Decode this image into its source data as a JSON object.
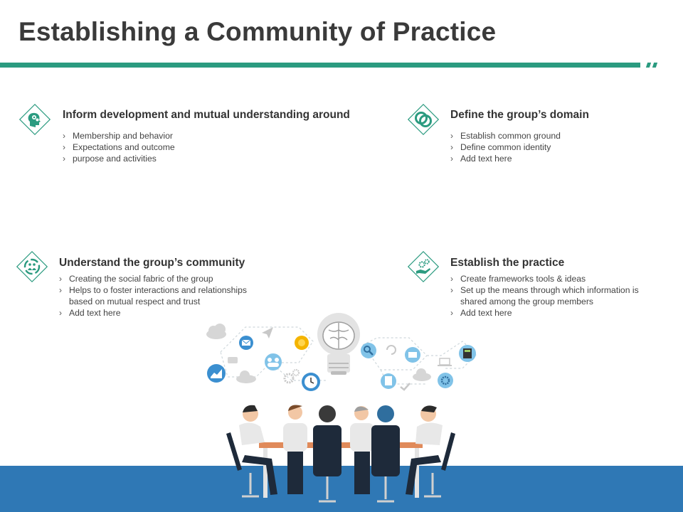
{
  "slide": {
    "title": "Establishing a Community of Practice",
    "accent_color": "#2b9b80",
    "band_color": "#2f78b5"
  },
  "sections": [
    {
      "heading": "Inform development and mutual understanding around",
      "icon": "brain-gears-icon",
      "bullets": [
        "Membership and behavior",
        "Expectations and outcome",
        "purpose and activities"
      ]
    },
    {
      "heading": "Define the group’s domain",
      "icon": "overlapping-circles-icon",
      "bullets": [
        "Establish common ground",
        "Define common identity",
        "Add text here"
      ]
    },
    {
      "heading": "Understand the group’s community",
      "icon": "community-cycle-icon",
      "bullets": [
        "Creating the social fabric of the group",
        "Helps to o foster interactions and relationships",
        "based on mutual respect and trust",
        "Add text here"
      ]
    },
    {
      "heading": "Establish the practice",
      "icon": "hand-gears-icon",
      "bullets": [
        "Create frameworks tools & ideas",
        "Set up the means through which information is",
        "shared among the group members",
        "Add text here"
      ]
    }
  ],
  "bullet_glyph": "›",
  "illustration": {
    "icon_names": [
      "lightbulb-brain-icon",
      "cloud-icon",
      "mail-icon",
      "paper-plane-icon",
      "coin-icon",
      "chat-icon",
      "chart-icon",
      "people-icon",
      "gear-icon",
      "clock-icon",
      "search-icon",
      "refresh-icon",
      "message-icon",
      "laptop-icon",
      "calculator-icon",
      "document-icon",
      "check-icon",
      "settings-icon"
    ]
  }
}
